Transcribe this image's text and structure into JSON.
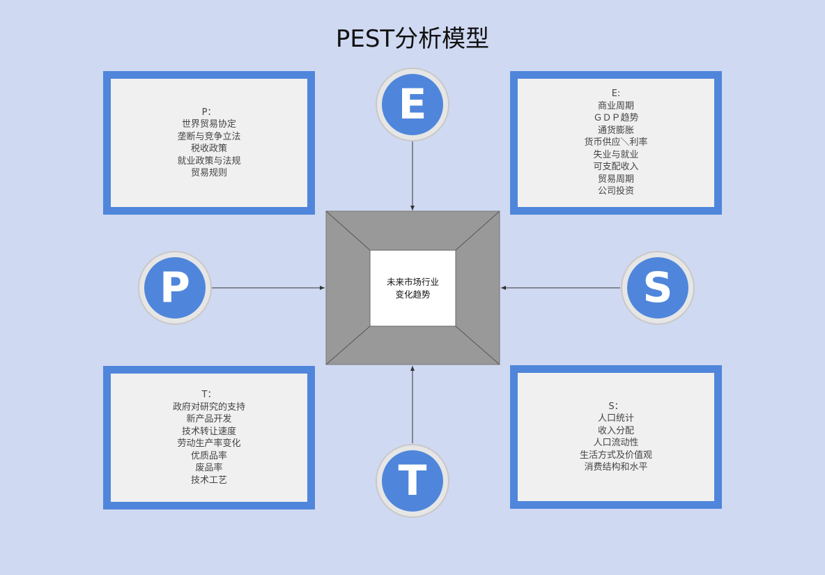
{
  "title": "PEST分析模型",
  "center": {
    "lines": [
      "未来市场行业",
      "变化趋势"
    ]
  },
  "circles": {
    "e": "E",
    "p": "P",
    "s": "S",
    "t": "T"
  },
  "boxes": {
    "p": [
      "P：",
      "世界贸易协定",
      "垄断与竞争立法",
      "税收政策",
      "就业政策与法规",
      "贸易规则"
    ],
    "e": [
      "E:",
      "商业周期",
      "ＧＤＰ趋势",
      "通货膨胀",
      "货币供应＼利率",
      "失业与就业",
      "可支配收入",
      "贸易周期",
      "公司投资"
    ],
    "t": [
      "T：",
      "政府对研究的支持",
      "新产品开发",
      "技术转让速度",
      "劳动生产率变化",
      "优质品率",
      "废品率",
      "技术工艺"
    ],
    "s": [
      "S：",
      "人口统计",
      "收入分配",
      "人口流动性",
      "生活方式及价值观",
      "消费结构和水平"
    ]
  },
  "colors": {
    "accent": "#4f86db",
    "background": "#d0d9f2",
    "center": "#999999"
  }
}
